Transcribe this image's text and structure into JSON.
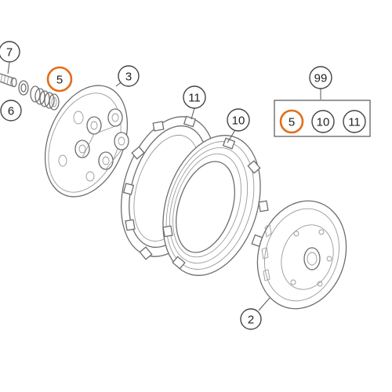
{
  "colors": {
    "highlight": "#e36d1a",
    "line": "#6e6e6e",
    "callout": "#444444"
  },
  "callouts": {
    "part_7": "7",
    "part_5": "5",
    "part_6": "6",
    "part_3": "3",
    "part_11": "11",
    "part_10": "10",
    "part_2": "2",
    "kit_99": "99"
  },
  "kit_contents": {
    "item_1": "5",
    "item_2": "10",
    "item_3": "11"
  },
  "highlighted_parts": [
    "5"
  ]
}
